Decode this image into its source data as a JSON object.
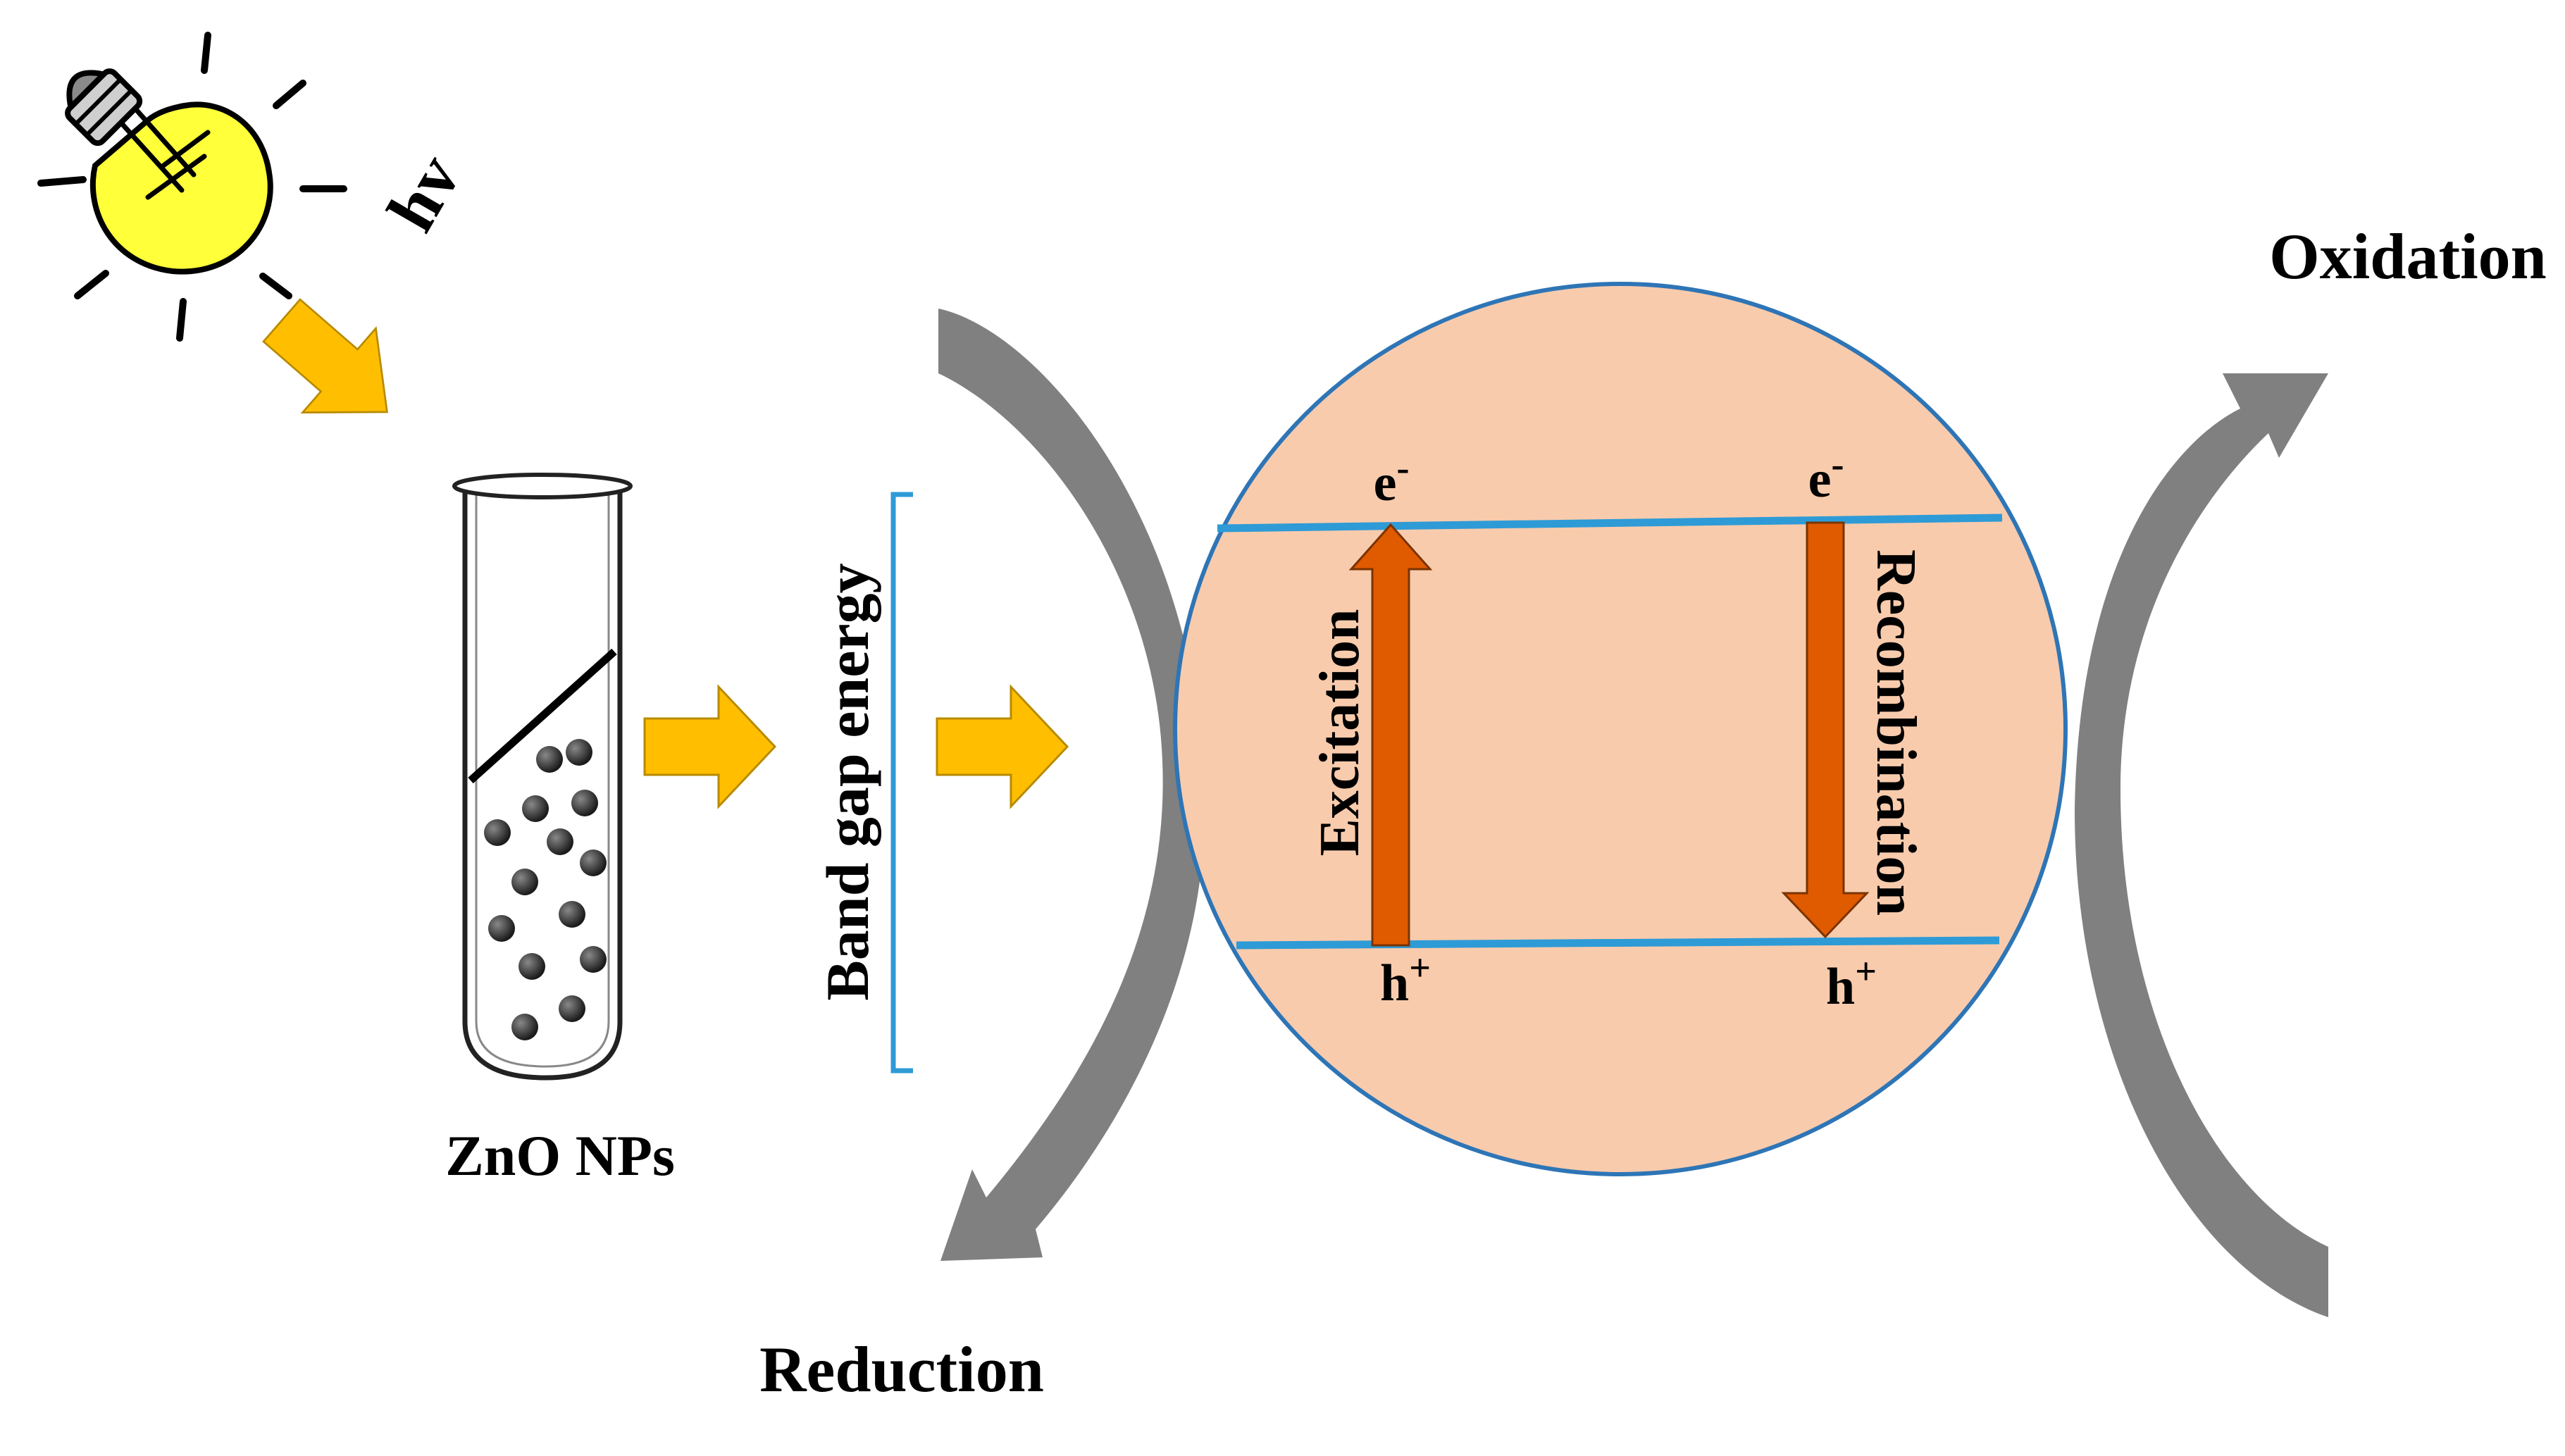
{
  "labels": {
    "photon": "hv",
    "sample": "ZnO NPs",
    "band_gap": "Band gap energy",
    "electron": "e",
    "electron_charge": "-",
    "hole": "h",
    "hole_charge": "+",
    "excitation": "Excitation",
    "recombination": "Recombination",
    "oxidation": "Oxidation",
    "reduction": "Reduction"
  },
  "colors": {
    "bulb_fill": "#ffff3a",
    "bulb_outline": "#000000",
    "orange_arrow": "#ffbf00",
    "orange_arrow_edge": "#b88a00",
    "particle_fill": "#f8cbad",
    "particle_outline": "#2e75b6",
    "band_line": "#2e9bd6",
    "bracket": "#2e9bd6",
    "transition_arrow": "#e05a00",
    "transition_arrow_edge": "#7a3300",
    "curved_arrow": "#808080",
    "nanoparticle": "#333333"
  },
  "icons": {
    "light_source": "light-bulb-icon",
    "container": "test-tube-icon"
  }
}
